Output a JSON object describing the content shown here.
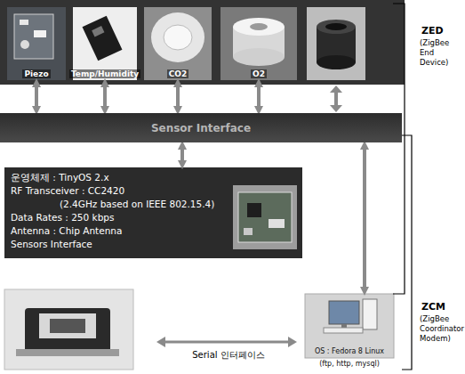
{
  "diagram": {
    "nodes": [
      {
        "text": [
          "Piezo"
        ]
      },
      {
        "text": [
          "Temp/Humidity"
        ]
      },
      {
        "text": [
          "CO2"
        ]
      },
      {
        "text": [
          "O2"
        ]
      },
      {
        "text": [
          "Sensor Interface"
        ]
      },
      {
        "text": [
          "운영체제 : TinyOS 2.x",
          "RF Transceiver : CC2420",
          "(2.4GHz based on IEEE 802.15.4)",
          "Data Rates : 250 kbps",
          "Antenna : Chip Antenna",
          "Sensors Interface"
        ]
      },
      {
        "text": [
          "OS : Fedora 8 Linux",
          "(ftp, http, mysql)"
        ]
      }
    ],
    "edges": [
      {
        "from": 0,
        "to": 4,
        "arrow": "both"
      },
      {
        "from": 1,
        "to": 4,
        "arrow": "both"
      },
      {
        "from": 2,
        "to": 4,
        "arrow": "both"
      },
      {
        "from": 3,
        "to": 4,
        "arrow": "both"
      },
      {
        "from": 4,
        "to": 5,
        "arrow": "both"
      },
      {
        "from": 4,
        "to": 6,
        "arrow": "both"
      }
    ],
    "labels": [
      "ZED",
      "(ZigBee End Device)",
      "ZCM",
      "(ZigBee Coordinator Modem)",
      "Serial 인터페이스"
    ]
  }
}
